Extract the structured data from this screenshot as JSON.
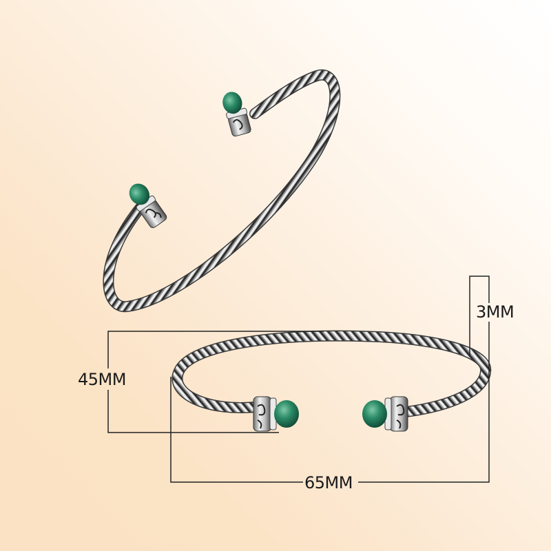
{
  "product": {
    "name": "Twisted silver cuff bracelet with green cabochon end caps",
    "views": [
      "top-angled view",
      "front view with dimensions"
    ]
  },
  "dimensions": {
    "height_label": "45MM",
    "width_label": "65MM",
    "wire_thickness_label": "3MM"
  },
  "colors": {
    "background_light": "#ffffff",
    "background_warm": "#fbe2c4",
    "dimension_line": "#222222",
    "silver_light": "#e6e6e6",
    "silver_dark": "#2e2e2e",
    "gem_green": "#1f7a5a"
  }
}
